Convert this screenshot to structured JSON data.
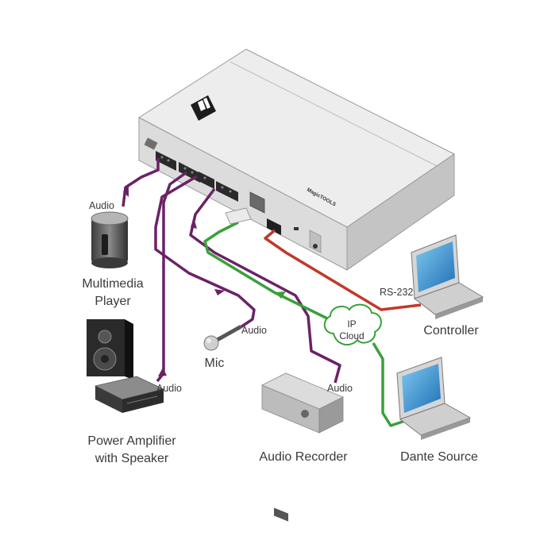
{
  "labels": {
    "multimedia_player": [
      "Multimedia",
      "Player"
    ],
    "power_amplifier": [
      "Power Amplifier",
      "with Speaker"
    ],
    "mic": "Mic",
    "audio_recorder": "Audio Recorder",
    "controller": "Controller",
    "dante_source": "Dante Source",
    "ip_cloud": [
      "IP",
      "Cloud"
    ],
    "rs232": "RS-232"
  },
  "connection_labels": {
    "audio_player": "Audio",
    "audio_amp": "Audio",
    "audio_mic": "Audio",
    "audio_recorder": "Audio"
  },
  "device": {
    "brand": "MagicTOOLS"
  },
  "colors": {
    "audio_cable": "#6a2266",
    "network_cable": "#3aa03a",
    "rs232_cable": "#c0392b"
  }
}
